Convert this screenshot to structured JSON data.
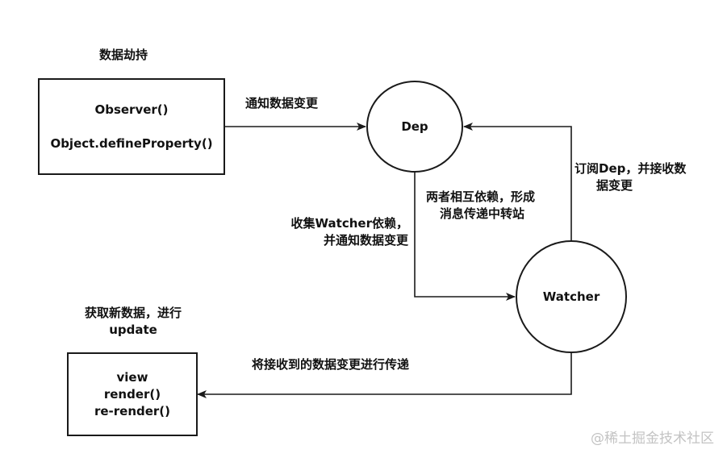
{
  "diagram": {
    "hijack_caption": "数据劫持",
    "observer": {
      "line1": "Observer()",
      "line2": "Object.defineProperty()"
    },
    "notify_label": "通知数据变更",
    "dep_label": "Dep",
    "subscribe_label": {
      "line1": "订阅Dep，并接收数",
      "line2": "据变更"
    },
    "mutual_label": {
      "line1": "两者相互依赖，形成",
      "line2": "消息传递中转站"
    },
    "collect_label": {
      "line1": "收集Watcher依赖，",
      "line2": "并通知数据变更"
    },
    "watcher_label": "Watcher",
    "update_caption": {
      "line1": "获取新数据，进行",
      "line2": "update"
    },
    "transfer_label": "将接收到的数据变更进行传递",
    "view_box": {
      "line1": "view",
      "line2": "render()",
      "line3": "re-render()"
    }
  },
  "watermark": "@稀土掘金技术社区"
}
